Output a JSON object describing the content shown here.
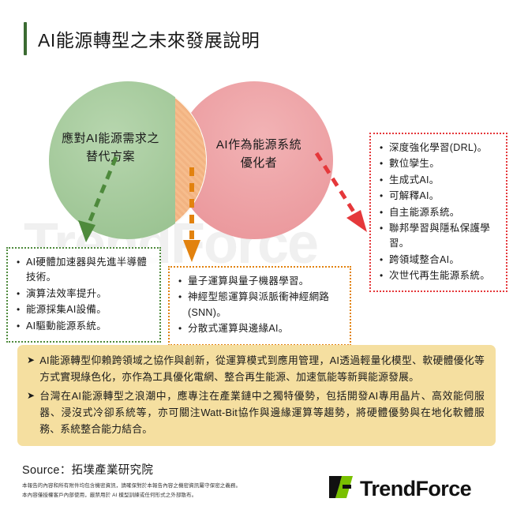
{
  "title": "AI能源轉型之未來發展說明",
  "watermark": "TrendForce",
  "venn": {
    "left_label": "應對AI能源需求之替代方案",
    "right_label": "AI作為能源系統優化者",
    "colors": {
      "left_circle": "#9cc493",
      "right_circle": "#eb9a9e",
      "overlap": "#f6bd8d",
      "title_bar": "#3b6b32"
    }
  },
  "boxes": {
    "left": {
      "border_color": "#4e8a3c",
      "items": [
        "AI硬體加速器與先進半導體技術。",
        "演算法效率提升。",
        "能源採集AI設備。",
        "AI驅動能源系統。"
      ]
    },
    "middle": {
      "border_color": "#e2820e",
      "items": [
        "量子運算與量子機器學習。",
        "神經型態運算與派脈衝神經網路(SNN)。",
        "分散式運算與邊緣AI。"
      ]
    },
    "right": {
      "border_color": "#e5383b",
      "items": [
        "深度強化學習(DRL)。",
        "數位孿生。",
        "生成式AI。",
        "可解釋AI。",
        "自主能源系統。",
        "聯邦學習與隱私保護學習。",
        "跨領域整合AI。",
        "次世代再生能源系統。"
      ]
    }
  },
  "summary": {
    "background": "#f5dfa0",
    "marker": "➤",
    "items": [
      "AI能源轉型仰賴跨領域之協作與創新，從運算模式到應用管理，AI透過輕量化模型、軟硬體優化等方式實現綠色化，亦作為工具優化電網、整合再生能源、加速氫能等新興能源發展。",
      "台灣在AI能源轉型之浪潮中，應專注在產業鏈中之獨特優勢，包括開發AI專用晶片、高效能伺服器、浸沒式冷卻系統等，亦可關注Watt-Bit協作與邊緣運算等趨勢，將硬體優勢與在地化軟體服務、系統整合能力結合。"
    ]
  },
  "footer": {
    "source": "Source：拓墣產業研究院",
    "disclaimer_line1": "本報告的內容和所有附件均包含機密資訊，請確保對於本報告內容之機密資訊屬守保密之義務。",
    "disclaimer_line2": "本內容僅授權客戶內部使用，嚴禁用於 AI 模型訓練或任何形式之外部散布。",
    "logo_text": "TrendForce",
    "logo_colors": {
      "dark": "#111111",
      "green": "#79c000"
    }
  }
}
